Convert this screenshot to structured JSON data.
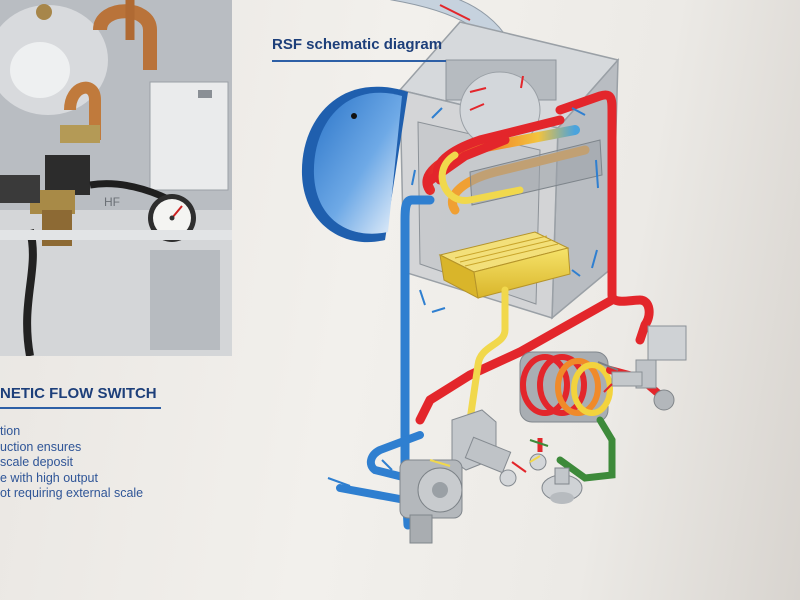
{
  "heading": "RSF schematic diagram",
  "section_title": "NETIC FLOW SWITCH",
  "features": [
    "tion",
    "uction ensures",
    "scale deposit",
    "e with high output",
    "ot requiring external scale"
  ],
  "photo_label": "HF",
  "colors": {
    "heading_blue": "#1d3f7a",
    "hot_red": "#e3262b",
    "cold_blue": "#2f7fd0",
    "gas_yellow": "#f1d84c",
    "exchanger_orange": "#ee8a2a",
    "drain_green": "#3d8a3a",
    "casing_grey": "#c3c7cc"
  },
  "icons": [
    "flow-arrow-icon",
    "pressure-gauge-icon",
    "valve-icon",
    "pump-icon"
  ]
}
